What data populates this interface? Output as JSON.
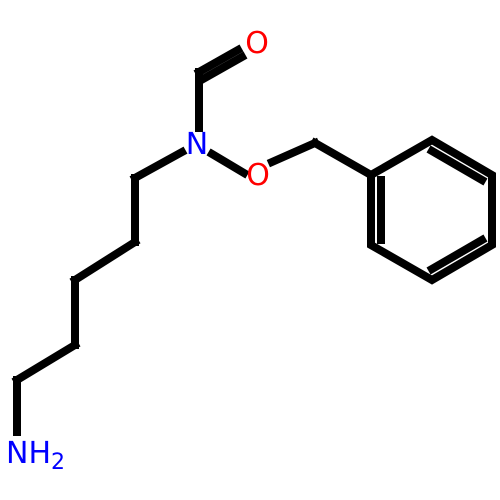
{
  "colors": {
    "carbon_bond": "#000000",
    "oxygen": "#ff0000",
    "nitrogen": "#0000ff",
    "background": "#ffffff"
  },
  "atoms": {
    "carbonyl_oxygen": "O",
    "amide_nitrogen": "N",
    "ether_oxygen": "O",
    "amine": {
      "element": "NH",
      "subscript": "2"
    }
  }
}
